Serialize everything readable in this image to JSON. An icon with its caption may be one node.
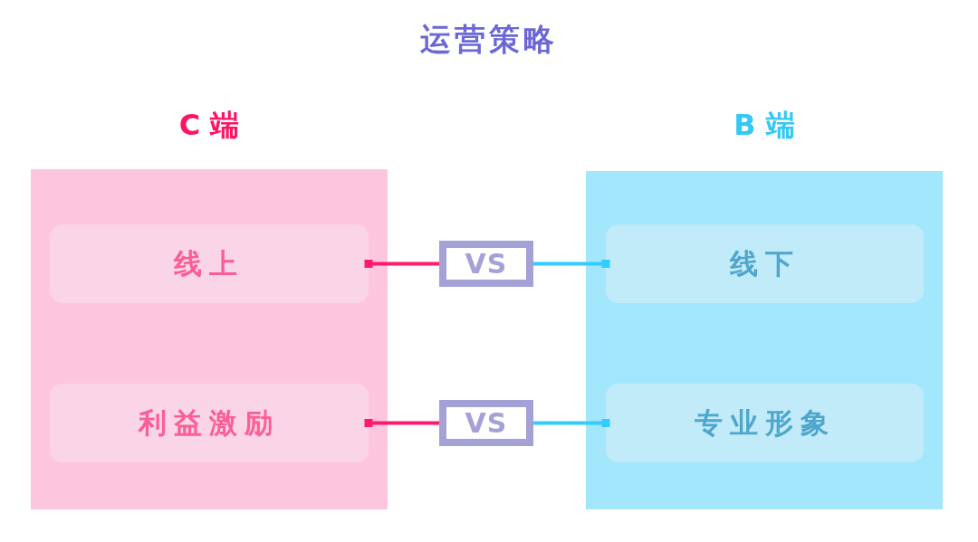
{
  "diagram": {
    "title": "运营策略",
    "nodes": [
      {
        "text": [
          "C 端"
        ]
      },
      {
        "text": [
          "线上"
        ],
        "in": 0
      },
      {
        "text": [
          "利益激励"
        ],
        "in": 0
      },
      {
        "text": [
          "VS"
        ]
      },
      {
        "text": [
          "VS"
        ]
      },
      {
        "text": [
          "B 端"
        ]
      },
      {
        "text": [
          "线下"
        ],
        "in": 5
      },
      {
        "text": [
          "专业形象"
        ],
        "in": 5
      }
    ],
    "edges": [
      {
        "from": 1,
        "to": 3,
        "arrow": "other",
        "color": "#ff1a6e"
      },
      {
        "from": 6,
        "to": 3,
        "arrow": "other",
        "color": "#33ccff"
      },
      {
        "from": 2,
        "to": 4,
        "arrow": "other",
        "color": "#ff1a6e"
      },
      {
        "from": 7,
        "to": 4,
        "arrow": "other",
        "color": "#33ccff"
      }
    ]
  }
}
